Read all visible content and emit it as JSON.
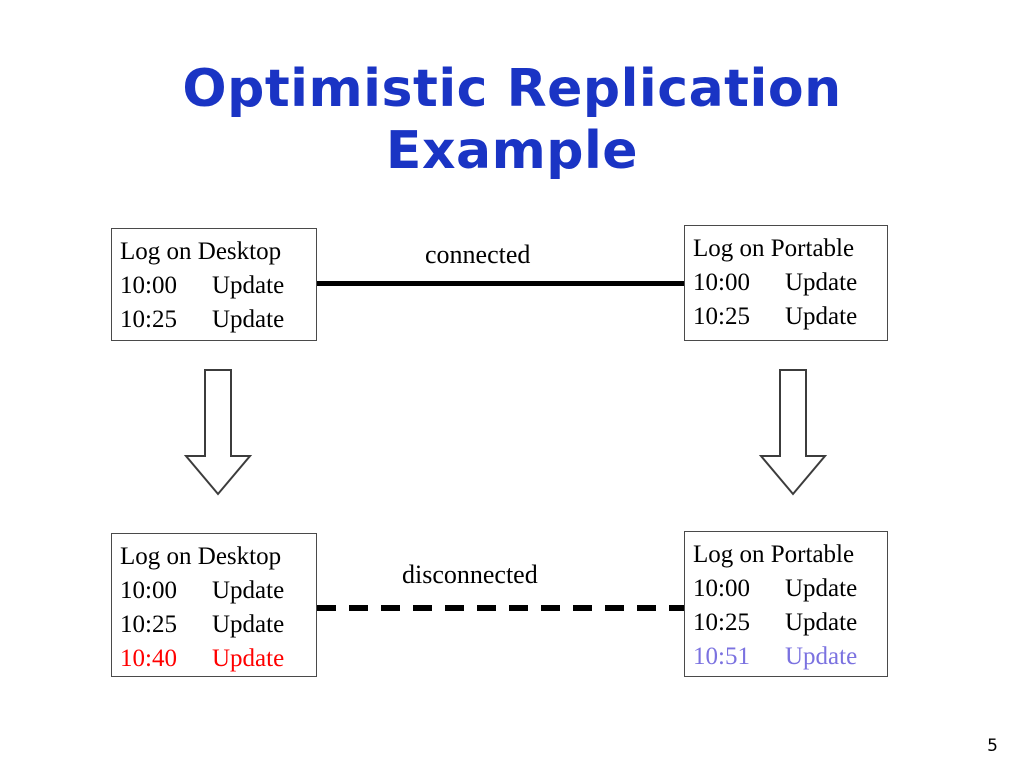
{
  "slide": {
    "title_line1": "Optimistic Replication",
    "title_line2": "Example",
    "title_color": "#1a34c4",
    "page_number": "5",
    "background": "#ffffff"
  },
  "colors": {
    "text_default": "#000000",
    "highlight_red": "#ff0000",
    "highlight_purple": "#7b72e0",
    "border": "#4a4a4a",
    "line": "#000000"
  },
  "connectors": [
    {
      "id": "connected",
      "label": "connected",
      "style": "solid"
    },
    {
      "id": "disconnected",
      "label": "disconnected",
      "style": "dashed"
    }
  ],
  "arrows": [
    {
      "id": "arrow-left",
      "direction": "down"
    },
    {
      "id": "arrow-right",
      "direction": "down"
    }
  ],
  "boxes": {
    "top_left": {
      "header": "Log on Desktop",
      "rows": [
        {
          "time": "10:00",
          "action": "Update",
          "color": "#000000"
        },
        {
          "time": "10:25",
          "action": "Update",
          "color": "#000000"
        }
      ]
    },
    "top_right": {
      "header": "Log on Portable",
      "rows": [
        {
          "time": "10:00",
          "action": "Update",
          "color": "#000000"
        },
        {
          "time": "10:25",
          "action": "Update",
          "color": "#000000"
        }
      ]
    },
    "bottom_left": {
      "header": "Log on Desktop",
      "rows": [
        {
          "time": "10:00",
          "action": "Update",
          "color": "#000000"
        },
        {
          "time": "10:25",
          "action": "Update",
          "color": "#000000"
        },
        {
          "time": "10:40",
          "action": "Update",
          "color": "#ff0000"
        }
      ]
    },
    "bottom_right": {
      "header": "Log on Portable",
      "rows": [
        {
          "time": "10:00",
          "action": "Update",
          "color": "#000000"
        },
        {
          "time": "10:25",
          "action": "Update",
          "color": "#000000"
        },
        {
          "time": "10:51",
          "action": "Update",
          "color": "#7b72e0"
        }
      ]
    }
  }
}
